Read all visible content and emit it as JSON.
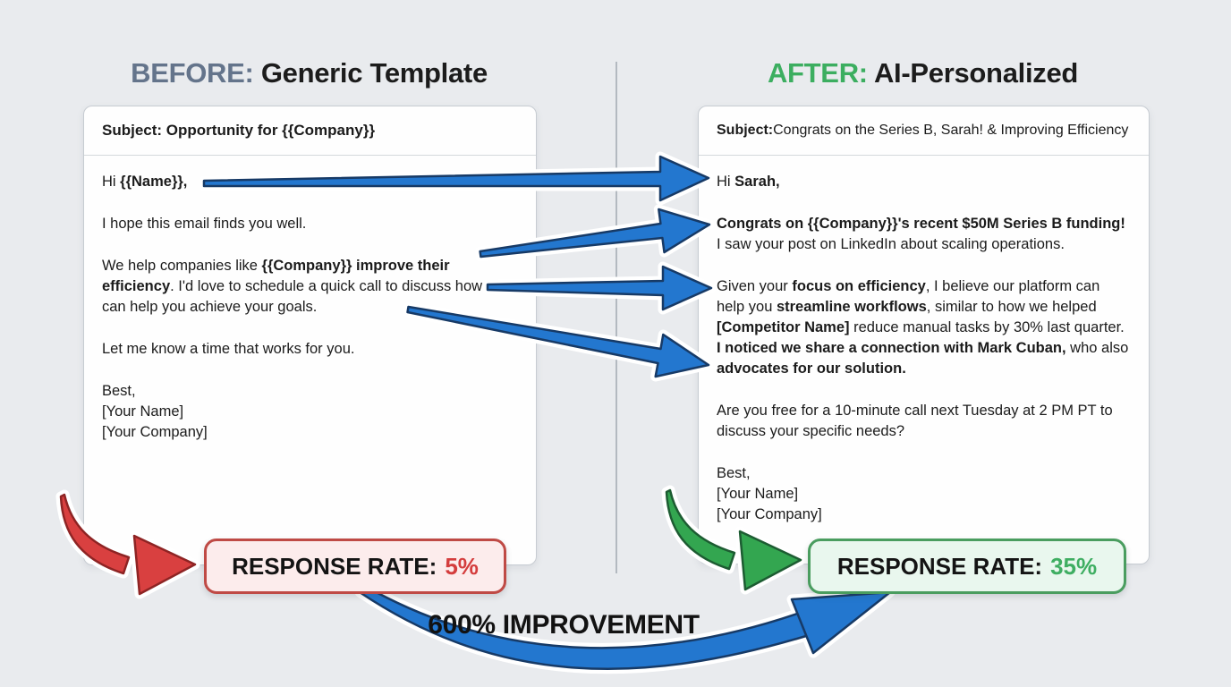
{
  "colors": {
    "background": "#e9ebee",
    "before_accent": "#64748b",
    "after_accent": "#3cae60",
    "arrow_blue": "#2377cf",
    "arrow_red": "#d94040",
    "arrow_green": "#33a650",
    "badge_red_border": "#bf4a45",
    "badge_red_bg": "#fcecec",
    "badge_red_text": "#d43d3d",
    "badge_green_border": "#4a9d5f",
    "badge_green_bg": "#e9f7ee",
    "badge_green_text": "#3fae62"
  },
  "headers": {
    "before_prefix": "BEFORE:",
    "before_title": " Generic Template",
    "after_prefix": "AFTER:",
    "after_title": " AI-Personalized"
  },
  "emails": {
    "before": {
      "subject": [
        {
          "t": "Subject: Opportunity for {{Company}}",
          "b": true
        }
      ],
      "paragraphs": [
        [
          {
            "t": "Hi ",
            "b": false
          },
          {
            "t": "{{Name}},",
            "b": true
          }
        ],
        [
          {
            "t": "I hope this email finds you well.",
            "b": false
          }
        ],
        [
          {
            "t": "We help companies like ",
            "b": false
          },
          {
            "t": "{{Company}} improve their efficiency",
            "b": true
          },
          {
            "t": ". I'd love to schedule a quick call to discuss how we can help you achieve your goals.",
            "b": false
          }
        ],
        [
          {
            "t": "Let me know a time that works for you.",
            "b": false
          }
        ],
        [
          {
            "t": "Best,\n[Your Name]\n[Your Company]",
            "b": false
          }
        ]
      ]
    },
    "after": {
      "subject": [
        {
          "t": "Subject:",
          "b": true
        },
        {
          "t": " Congrats on the Series B, Sarah! & Improving Efficiency",
          "b": false
        }
      ],
      "paragraphs": [
        [
          {
            "t": "Hi ",
            "b": false
          },
          {
            "t": "Sarah,",
            "b": true
          }
        ],
        [
          {
            "t": "Congrats on {{Company}}'s recent $50M Series B funding!",
            "b": true
          },
          {
            "t": " I saw your post on LinkedIn about scaling operations.",
            "b": false
          }
        ],
        [
          {
            "t": "Given your ",
            "b": false
          },
          {
            "t": "focus on efficiency",
            "b": true
          },
          {
            "t": ", I believe our platform can help you ",
            "b": false
          },
          {
            "t": "streamline workflows",
            "b": true
          },
          {
            "t": ", similar to how we helped ",
            "b": false
          },
          {
            "t": "[Competitor Name]",
            "b": true
          },
          {
            "t": " reduce manual tasks by 30% last quarter. ",
            "b": false
          },
          {
            "t": "I noticed we share a connection with Mark Cuban,",
            "b": true
          },
          {
            "t": " who also ",
            "b": false
          },
          {
            "t": "advocates for our solution.",
            "b": true
          }
        ],
        [
          {
            "t": "Are you free for a 10-minute call next Tuesday at 2 PM PT to discuss your specific needs?",
            "b": false
          }
        ],
        [
          {
            "t": "Best,\n[Your Name]\n[Your Company]",
            "b": false
          }
        ]
      ]
    }
  },
  "badges": {
    "before": {
      "label": "RESPONSE RATE:",
      "value": "5%"
    },
    "after": {
      "label": "RESPONSE RATE:",
      "value": "35%"
    }
  },
  "footer": {
    "improvement": "600% IMPROVEMENT"
  },
  "icons": {
    "mapping_arrows": "straight-blue-arrow",
    "before_pointer": "red-curved-arrow",
    "after_pointer": "green-curved-arrow",
    "improvement_arrow": "blue-swoosh-arrow"
  }
}
